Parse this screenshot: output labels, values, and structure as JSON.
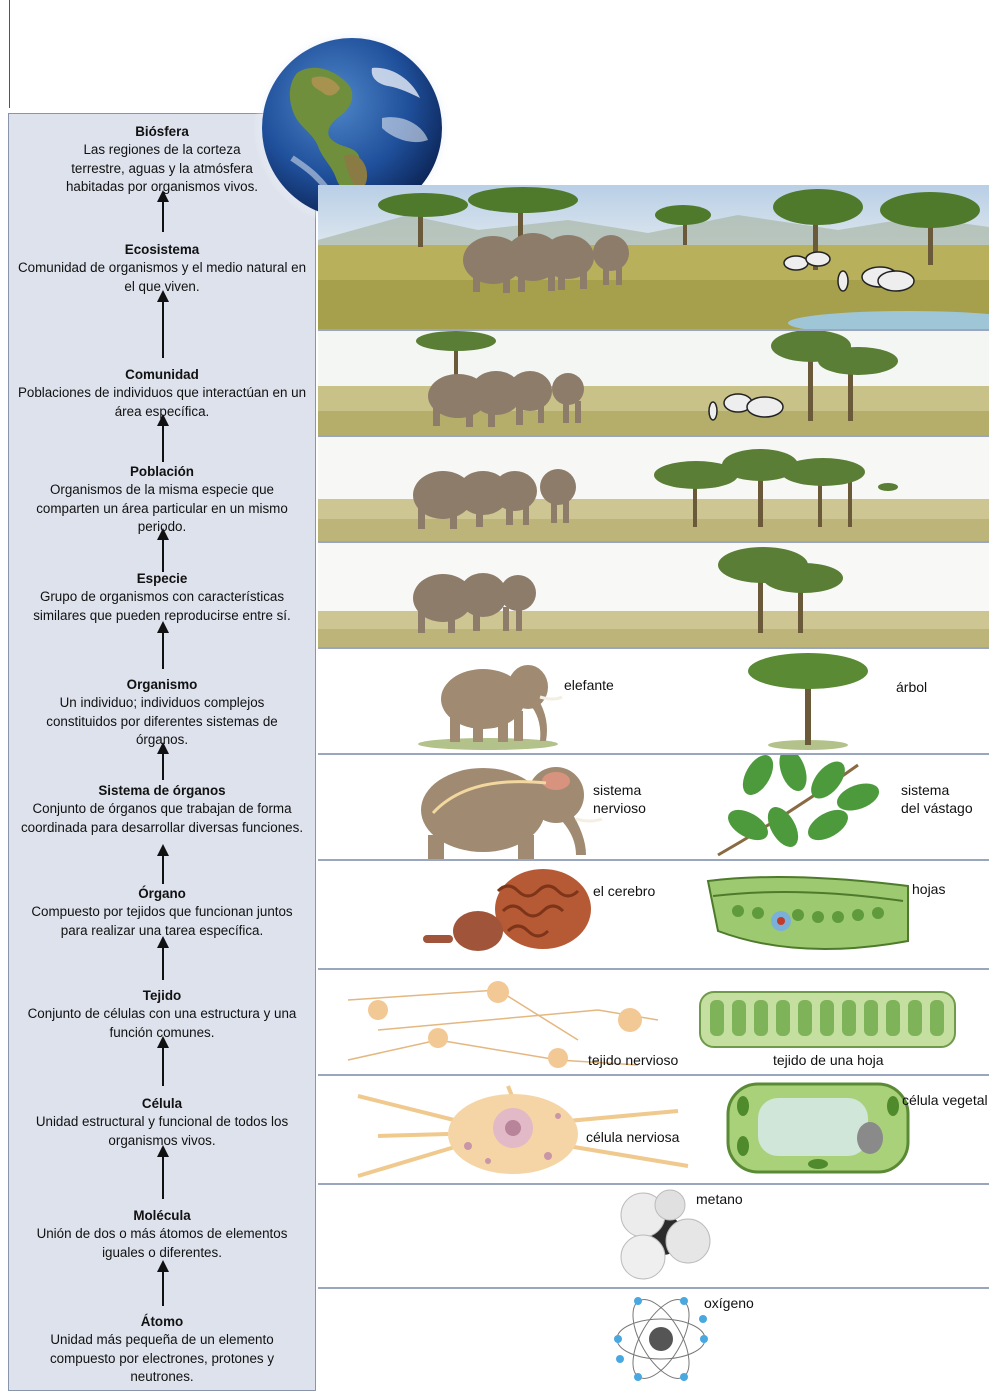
{
  "levels": [
    {
      "key": "biosfera",
      "title": "Biósfera",
      "desc": "Las regiones de la corteza terrestre, aguas y la atmósfera habitadas por organismos vivos."
    },
    {
      "key": "ecosistema",
      "title": "Ecosistema",
      "desc": "Comunidad de organismos y el medio natural en el que viven."
    },
    {
      "key": "comunidad",
      "title": "Comunidad",
      "desc": "Poblaciones de individuos que interactúan en un área específica."
    },
    {
      "key": "poblacion",
      "title": "Población",
      "desc": "Organismos de la misma especie que comparten un área particular en un mismo periodo."
    },
    {
      "key": "especie",
      "title": "Especie",
      "desc": "Grupo de organismos con características similares que pueden reproducirse entre sí."
    },
    {
      "key": "organismo",
      "title": "Organismo",
      "desc": "Un individuo; individuos complejos constituidos por diferentes sistemas de órganos."
    },
    {
      "key": "sistema",
      "title": "Sistema de órganos",
      "desc": "Conjunto de órganos que trabajan de forma coordinada para desarrollar diversas funciones."
    },
    {
      "key": "organo",
      "title": "Órgano",
      "desc": "Compuesto por tejidos que funcionan juntos para realizar una tarea específica."
    },
    {
      "key": "tejido",
      "title": "Tejido",
      "desc": "Conjunto de células con una estructura y una función comunes."
    },
    {
      "key": "celula",
      "title": "Célula",
      "desc": "Unidad estructural y funcional de todos los organismos vivos."
    },
    {
      "key": "molecula",
      "title": "Molécula",
      "desc": "Unión de dos o más átomos de elementos iguales o diferentes."
    },
    {
      "key": "atomo",
      "title": "Átomo",
      "desc": "Unidad más pequeña de un elemento compuesto por electrones, protones y neutrones."
    }
  ],
  "labels": {
    "elefante": "elefante",
    "arbol": "árbol",
    "sistema_nervioso_1": "sistema",
    "sistema_nervioso_2": "nervioso",
    "sistema_vastago_1": "sistema",
    "sistema_vastago_2": "del vástago",
    "cerebro": "el cerebro",
    "hojas": "hojas",
    "tejido_nervioso": "tejido nervioso",
    "tejido_hoja": "tejido de una hoja",
    "celula_nerviosa": "célula nerviosa",
    "celula_vegetal": "célula vegetal",
    "metano": "metano",
    "oxigeno": "oxígeno"
  }
}
